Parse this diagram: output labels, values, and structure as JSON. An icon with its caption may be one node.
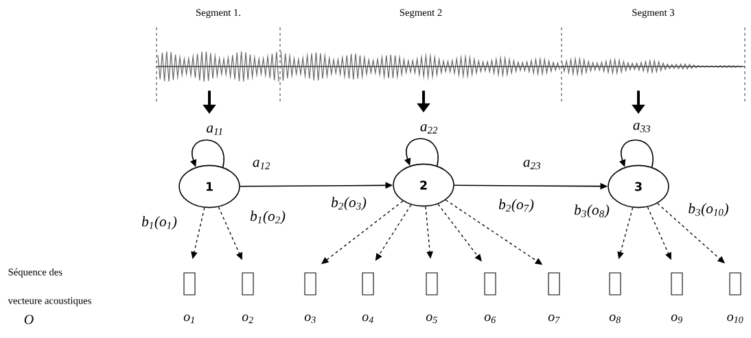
{
  "diagram": {
    "nodes": [
      {
        "text": [
          "Segment 1."
        ]
      },
      {
        "text": [
          "Segment 2"
        ]
      },
      {
        "text": [
          "Segment 3"
        ]
      },
      {
        "text": [
          "1"
        ]
      },
      {
        "text": [
          "2"
        ]
      },
      {
        "text": [
          "3"
        ]
      },
      {
        "text": [],
        "shape": "box",
        "beside": [
          "o$_{1}$"
        ]
      },
      {
        "text": [],
        "shape": "box",
        "beside": [
          "o$_{2}$"
        ]
      },
      {
        "text": [],
        "shape": "box",
        "beside": [
          "o$_{3}$"
        ]
      },
      {
        "text": [],
        "shape": "box",
        "beside": [
          "o$_{4}$"
        ]
      },
      {
        "text": [],
        "shape": "box",
        "beside": [
          "o$_{5}$"
        ]
      },
      {
        "text": [],
        "shape": "box",
        "beside": [
          "o$_{6}$"
        ]
      },
      {
        "text": [],
        "shape": "box",
        "beside": [
          "o$_{7}$"
        ]
      },
      {
        "text": [],
        "shape": "box",
        "beside": [
          "o$_{8}$"
        ]
      },
      {
        "text": [],
        "shape": "box",
        "beside": [
          "o$_{9}$"
        ]
      },
      {
        "text": [],
        "shape": "box",
        "beside": [
          "o$_{10}$"
        ]
      }
    ],
    "edges": [
      {
        "from": 0,
        "to": null,
        "arrow": "to",
        "style": "thick"
      },
      {
        "from": 1,
        "to": null,
        "arrow": "to",
        "style": "thick"
      },
      {
        "from": 2,
        "to": null,
        "arrow": "to",
        "style": "thick"
      },
      {
        "from": 3,
        "to": 3,
        "arrow": "to",
        "label": "a$_{11}$"
      },
      {
        "from": 4,
        "to": 4,
        "arrow": "to",
        "label": "a$_{22}$"
      },
      {
        "from": 5,
        "to": 5,
        "arrow": "to",
        "label": "a$_{33}$"
      },
      {
        "from": 3,
        "to": 4,
        "arrow": "to",
        "label": "a$_{12}$"
      },
      {
        "from": 4,
        "to": 5,
        "arrow": "to",
        "label": "a$_{23}$"
      },
      {
        "from": 3,
        "to": 6,
        "arrow": "to",
        "style": "dashed",
        "label": "b$_{1}$(o$_{1}$)"
      },
      {
        "from": 3,
        "to": 7,
        "arrow": "to",
        "style": "dashed",
        "label": "b$_{1}$(o$_{2}$)"
      },
      {
        "from": 4,
        "to": 8,
        "arrow": "to",
        "style": "dashed",
        "label": "b$_{2}$(o$_{3}$)"
      },
      {
        "from": 4,
        "to": 9,
        "arrow": "to",
        "style": "dashed"
      },
      {
        "from": 4,
        "to": 10,
        "arrow": "to",
        "style": "dashed"
      },
      {
        "from": 4,
        "to": 11,
        "arrow": "to",
        "style": "dashed"
      },
      {
        "from": 4,
        "to": 12,
        "arrow": "to",
        "style": "dashed",
        "label": "b$_{2}$(o$_{7}$)"
      },
      {
        "from": 5,
        "to": 13,
        "arrow": "to",
        "style": "dashed",
        "label": "b$_{3}$(o$_{8}$)"
      },
      {
        "from": 5,
        "to": 14,
        "arrow": "to",
        "style": "dashed"
      },
      {
        "from": 5,
        "to": 15,
        "arrow": "to",
        "style": "dashed",
        "label": "b$_{3}$(o$_{10}$)"
      }
    ],
    "labels": [
      "Séquence des",
      "vecteure acoustiques",
      "O"
    ]
  }
}
